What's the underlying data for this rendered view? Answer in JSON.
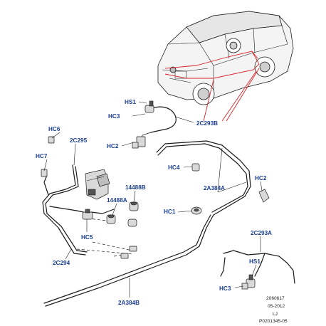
{
  "callouts": {
    "hs1_top": "HS1",
    "hc3_top": "HC3",
    "p2c293b": "2C293B",
    "hc6": "HC6",
    "p2c295": "2C295",
    "hc2_left": "HC2",
    "hc7": "HC7",
    "hc4": "HC4",
    "hc2_right": "HC2",
    "p14488b": "14488B",
    "p2a384a": "2A384A",
    "p14488a": "14488A",
    "hc1": "HC1",
    "hc5": "HC5",
    "p2c293a": "2C293A",
    "p2c294": "2C294",
    "hs1_bottom": "HS1",
    "hc3_bottom": "HC3",
    "p2a384b": "2A384B"
  },
  "footer": {
    "code": "2060617",
    "date": "05-2012",
    "initials": "LJ",
    "reference": "P0201345-05"
  },
  "colors": {
    "callout_text": "#1c3f8f",
    "highlight_lines": "#d8252a",
    "linework": "#1b1b1b"
  }
}
